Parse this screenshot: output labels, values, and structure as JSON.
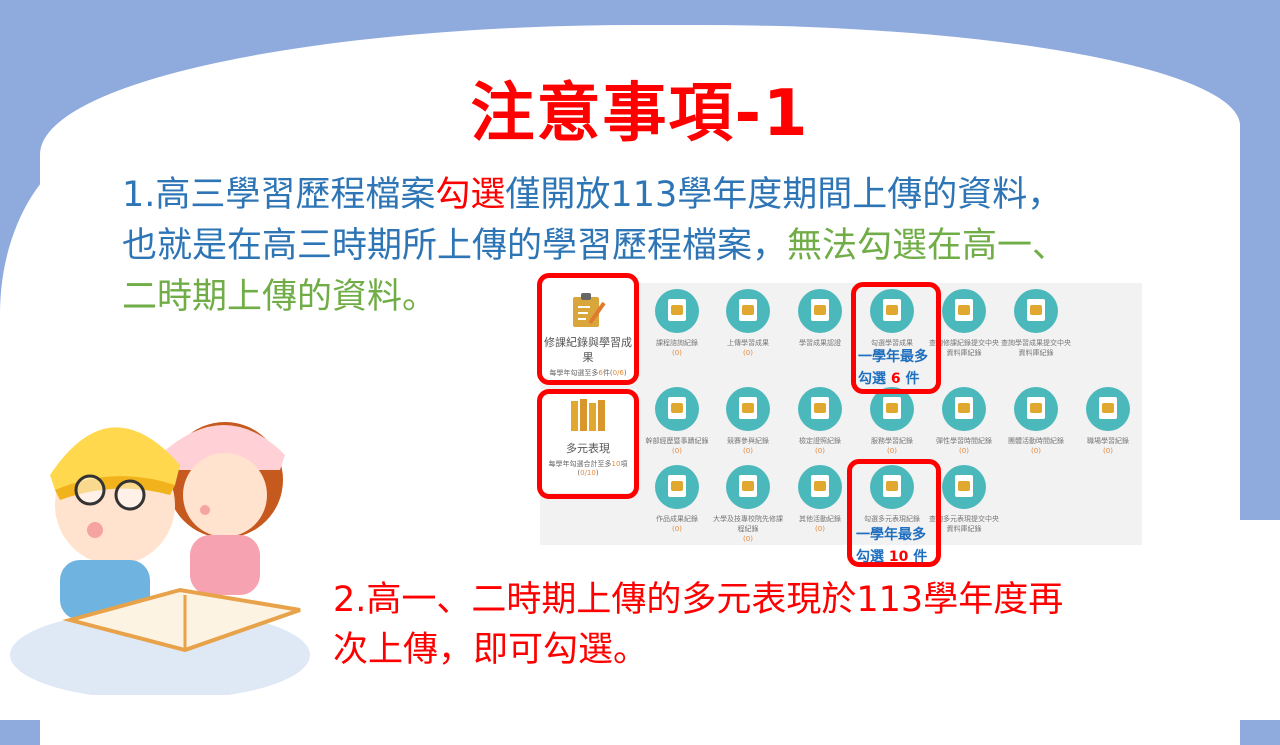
{
  "slide": {
    "title": "注意事項-1",
    "point1": {
      "prefix": "1.高三學習歷程檔案",
      "highlight": "勾選",
      "line1_rest": "僅開放113學年度期間上傳的資料，",
      "line2_blue": "也就是在高三時期所上傳的學習歷程檔案，",
      "line2_green": "無法勾選在高一、",
      "line3_green": "二時期上傳的資料。"
    },
    "point2": {
      "line1": "2.高一、二時期上傳的多元表現於113學年度再",
      "line2": "次上傳，即可勾選。"
    }
  },
  "portal": {
    "course_card": {
      "name": "修課紀錄與學習成果",
      "hint_prefix": "每學年勾選至多",
      "hint_limit": "6",
      "hint_unit": "件(",
      "hint_count": "0/6",
      "hint_end": ")"
    },
    "diverse_card": {
      "name": "多元表現",
      "hint_prefix": "每學年勾選合計至多",
      "hint_limit": "10",
      "hint_unit": "項",
      "hint_count": "0/10"
    },
    "row1": [
      {
        "label": "課程諮詢紀錄",
        "count": "(0)"
      },
      {
        "label": "上傳學習成果",
        "count": "(0)"
      },
      {
        "label": "學習成果認證",
        "count": ""
      },
      {
        "label": "勾選學習成果",
        "count": ""
      },
      {
        "label": "查詢修課紀錄提交中央資料庫紀錄",
        "count": ""
      },
      {
        "label": "查詢學習成果提交中央資料庫紀錄",
        "count": ""
      }
    ],
    "row2": [
      {
        "label": "幹部經歷暨事蹟紀錄",
        "count": "(0)"
      },
      {
        "label": "競賽參與紀錄",
        "count": "(0)"
      },
      {
        "label": "檢定證照紀錄",
        "count": "(0)"
      },
      {
        "label": "服務學習紀錄",
        "count": "(0)"
      },
      {
        "label": "彈性學習時間紀錄",
        "count": "(0)"
      },
      {
        "label": "團體活動時間紀錄",
        "count": "(0)"
      },
      {
        "label": "職場學習紀錄",
        "count": "(0)"
      }
    ],
    "row3": [
      {
        "label": "作品成果紀錄",
        "count": "(0)"
      },
      {
        "label": "大學及技專校院先修課程紀錄",
        "count": "(0)"
      },
      {
        "label": "其他活動紀錄",
        "count": "(0)"
      },
      {
        "label": "勾選多元表現紀錄",
        "count": ""
      },
      {
        "label": "查詢多元表現提交中央資料庫紀錄",
        "count": ""
      }
    ],
    "note1": {
      "line1": "一學年最多",
      "pre": "勾選 ",
      "num": "6",
      "post": " 件"
    },
    "note2": {
      "line1": "一學年最多",
      "pre": "勾選 ",
      "num": "10",
      "post": " 件"
    }
  },
  "colors": {
    "background": "#8faadc",
    "red": "#ff0000",
    "blue": "#2e75b6",
    "green": "#70ad47",
    "teal": "#4bb8bc"
  }
}
